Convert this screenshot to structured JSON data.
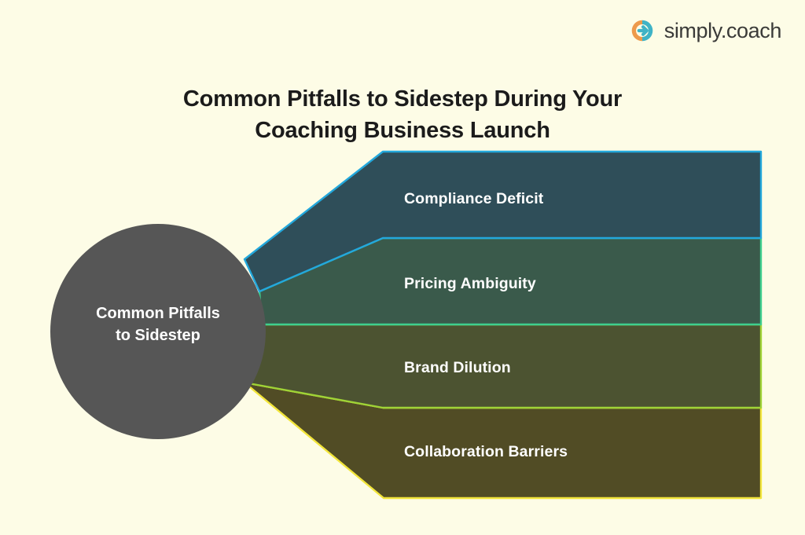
{
  "background_color": "#FDFCE6",
  "brand": {
    "logo_icon": "simply-coach-circular-arrow-logo",
    "logo_colors": {
      "left_arc": "#ED9A4B",
      "right_arc": "#3FB3C6"
    },
    "name": "simply.coach"
  },
  "title": {
    "line1": "Common Pitfalls to Sidestep During Your",
    "line2": "Coaching Business Launch",
    "color": "#1b1b1b"
  },
  "diagram": {
    "type": "hub-and-bands",
    "hub": {
      "label_line1": "Common Pitfalls",
      "label_line2": "to Sidestep",
      "fill": "#565656",
      "text_color": "#ffffff"
    },
    "bands": [
      {
        "label": "Compliance Deficit",
        "fill": "#2F4E59",
        "stroke": "#23A8DC",
        "text_color": "#ffffff"
      },
      {
        "label": "Pricing Ambiguity",
        "fill": "#3A5A4B",
        "stroke": "#3ECF8E",
        "text_color": "#ffffff"
      },
      {
        "label": "Brand Dilution",
        "fill": "#4C5331",
        "stroke": "#9FD336",
        "text_color": "#ffffff"
      },
      {
        "label": "Collaboration Barriers",
        "fill": "#514C25",
        "stroke": "#F2E53A",
        "text_color": "#ffffff"
      }
    ]
  }
}
